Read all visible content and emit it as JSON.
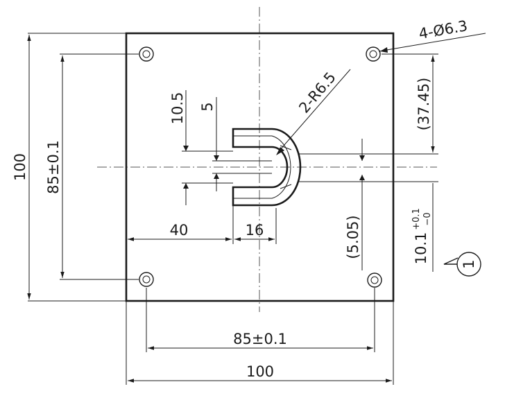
{
  "dimensions": {
    "overall_width": "100",
    "overall_height": "100",
    "hole_pitch_horizontal": "85±0.1",
    "hole_pitch_vertical": "85±0.1",
    "hole_callout": "4-Ø6.3",
    "slot_radius": "2-R6.5",
    "slot_height": "10.5",
    "slot_gap": "5",
    "slot_offset_left": "40",
    "slot_width": "16",
    "ref_upper": "(37.45)",
    "ref_lower": "(5.05)",
    "tol_base": "10.1",
    "tol_upper": "+0.1",
    "tol_lower": "−0"
  },
  "annotation": {
    "note_marker": "1"
  }
}
